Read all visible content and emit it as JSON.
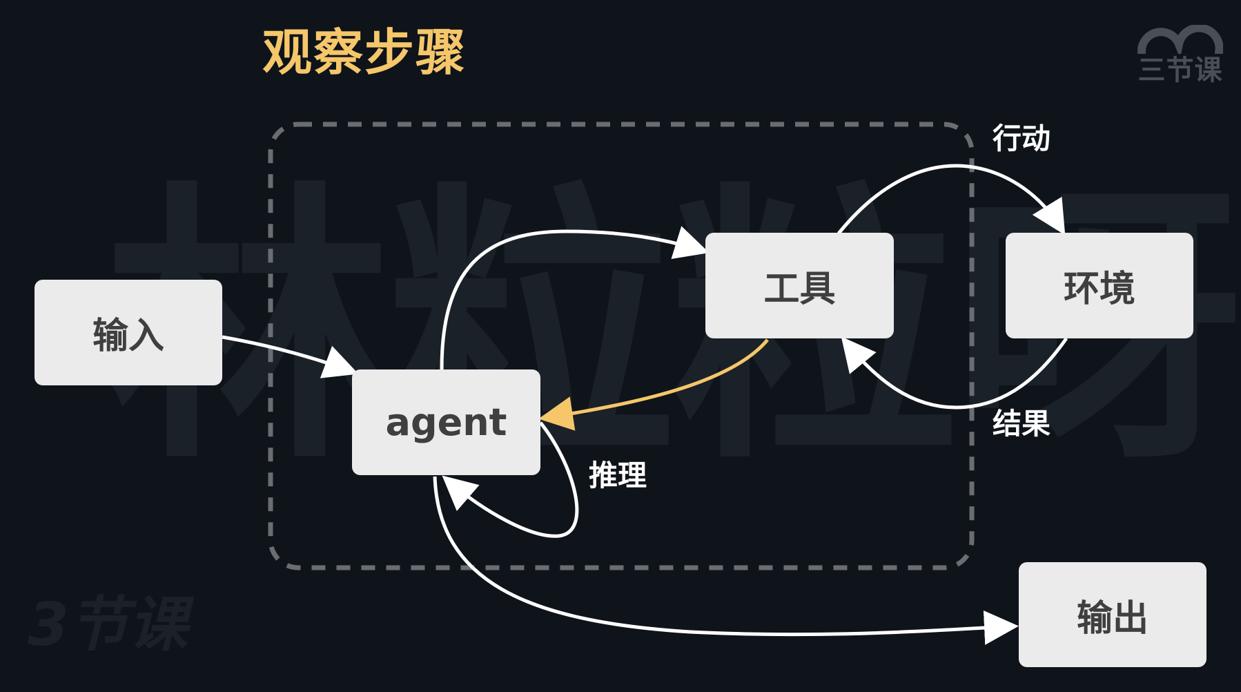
{
  "title": "观察步骤",
  "watermark": "林粒粒呀",
  "brand": {
    "top_right_text": "三节课",
    "bottom_left_text": "3节课"
  },
  "nodes": {
    "input": "输入",
    "agent": "agent",
    "tool": "工具",
    "env": "环境",
    "output": "输出"
  },
  "edge_labels": {
    "action": "行动",
    "result": "结果",
    "reasoning": "推理"
  },
  "colors": {
    "background": "#0f141b",
    "title": "#f5c76a",
    "node_fill": "#ebebeb",
    "node_text": "#3f3f3f",
    "arrow": "#ffffff",
    "highlight_arrow": "#f5c76a",
    "dashed_boundary": "#6a6d72"
  }
}
